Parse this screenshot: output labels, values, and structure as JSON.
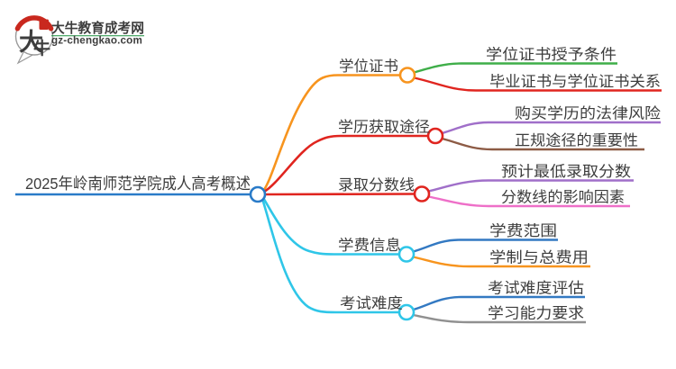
{
  "page": {
    "background": "#FFFFFF"
  },
  "logo": {
    "symbol_char1": "大",
    "symbol_char2": "牛",
    "site_name": "大牛教育成考网",
    "site_domain": "gz-chengkao.com",
    "brand_green": "#188F3D",
    "brand_red": "#C9281E",
    "symbol_color": "#1A1A1A",
    "bubble_outline": "#8A8A8A"
  },
  "mindmap": {
    "text_color": "#3D3D3D",
    "root": {
      "label": "2025年岭南师范学院成人高考概述",
      "color": "#2A7BC8"
    },
    "branches": [
      {
        "label": "学位证书",
        "color": "#F7941E",
        "children": [
          {
            "label": "学位证书授予条件",
            "color": "#3FAE49"
          },
          {
            "label": "毕业证书与学位证书关系",
            "color": "#E0251F"
          }
        ]
      },
      {
        "label": "学历获取途径",
        "color": "#E0251F",
        "children": [
          {
            "label": "购买学历的法律风险",
            "color": "#A06FC9"
          },
          {
            "label": "正规途径的重要性",
            "color": "#8D5B45"
          }
        ]
      },
      {
        "label": "录取分数线",
        "color": "#E0251F",
        "children": [
          {
            "label": "预计最低录取分数",
            "color": "#A06FC9"
          },
          {
            "label": "分数线的影响因素",
            "color": "#EE6FC8"
          }
        ]
      },
      {
        "label": "学费信息",
        "color": "#2FC6E8",
        "children": [
          {
            "label": "学费范围",
            "color": "#3379C2"
          },
          {
            "label": "学制与总费用",
            "color": "#F7941E"
          }
        ]
      },
      {
        "label": "考试难度",
        "color": "#2FC6E8",
        "children": [
          {
            "label": "考试难度评估",
            "color": "#3379C2"
          },
          {
            "label": "学习能力要求",
            "color": "#909090"
          }
        ]
      }
    ]
  }
}
